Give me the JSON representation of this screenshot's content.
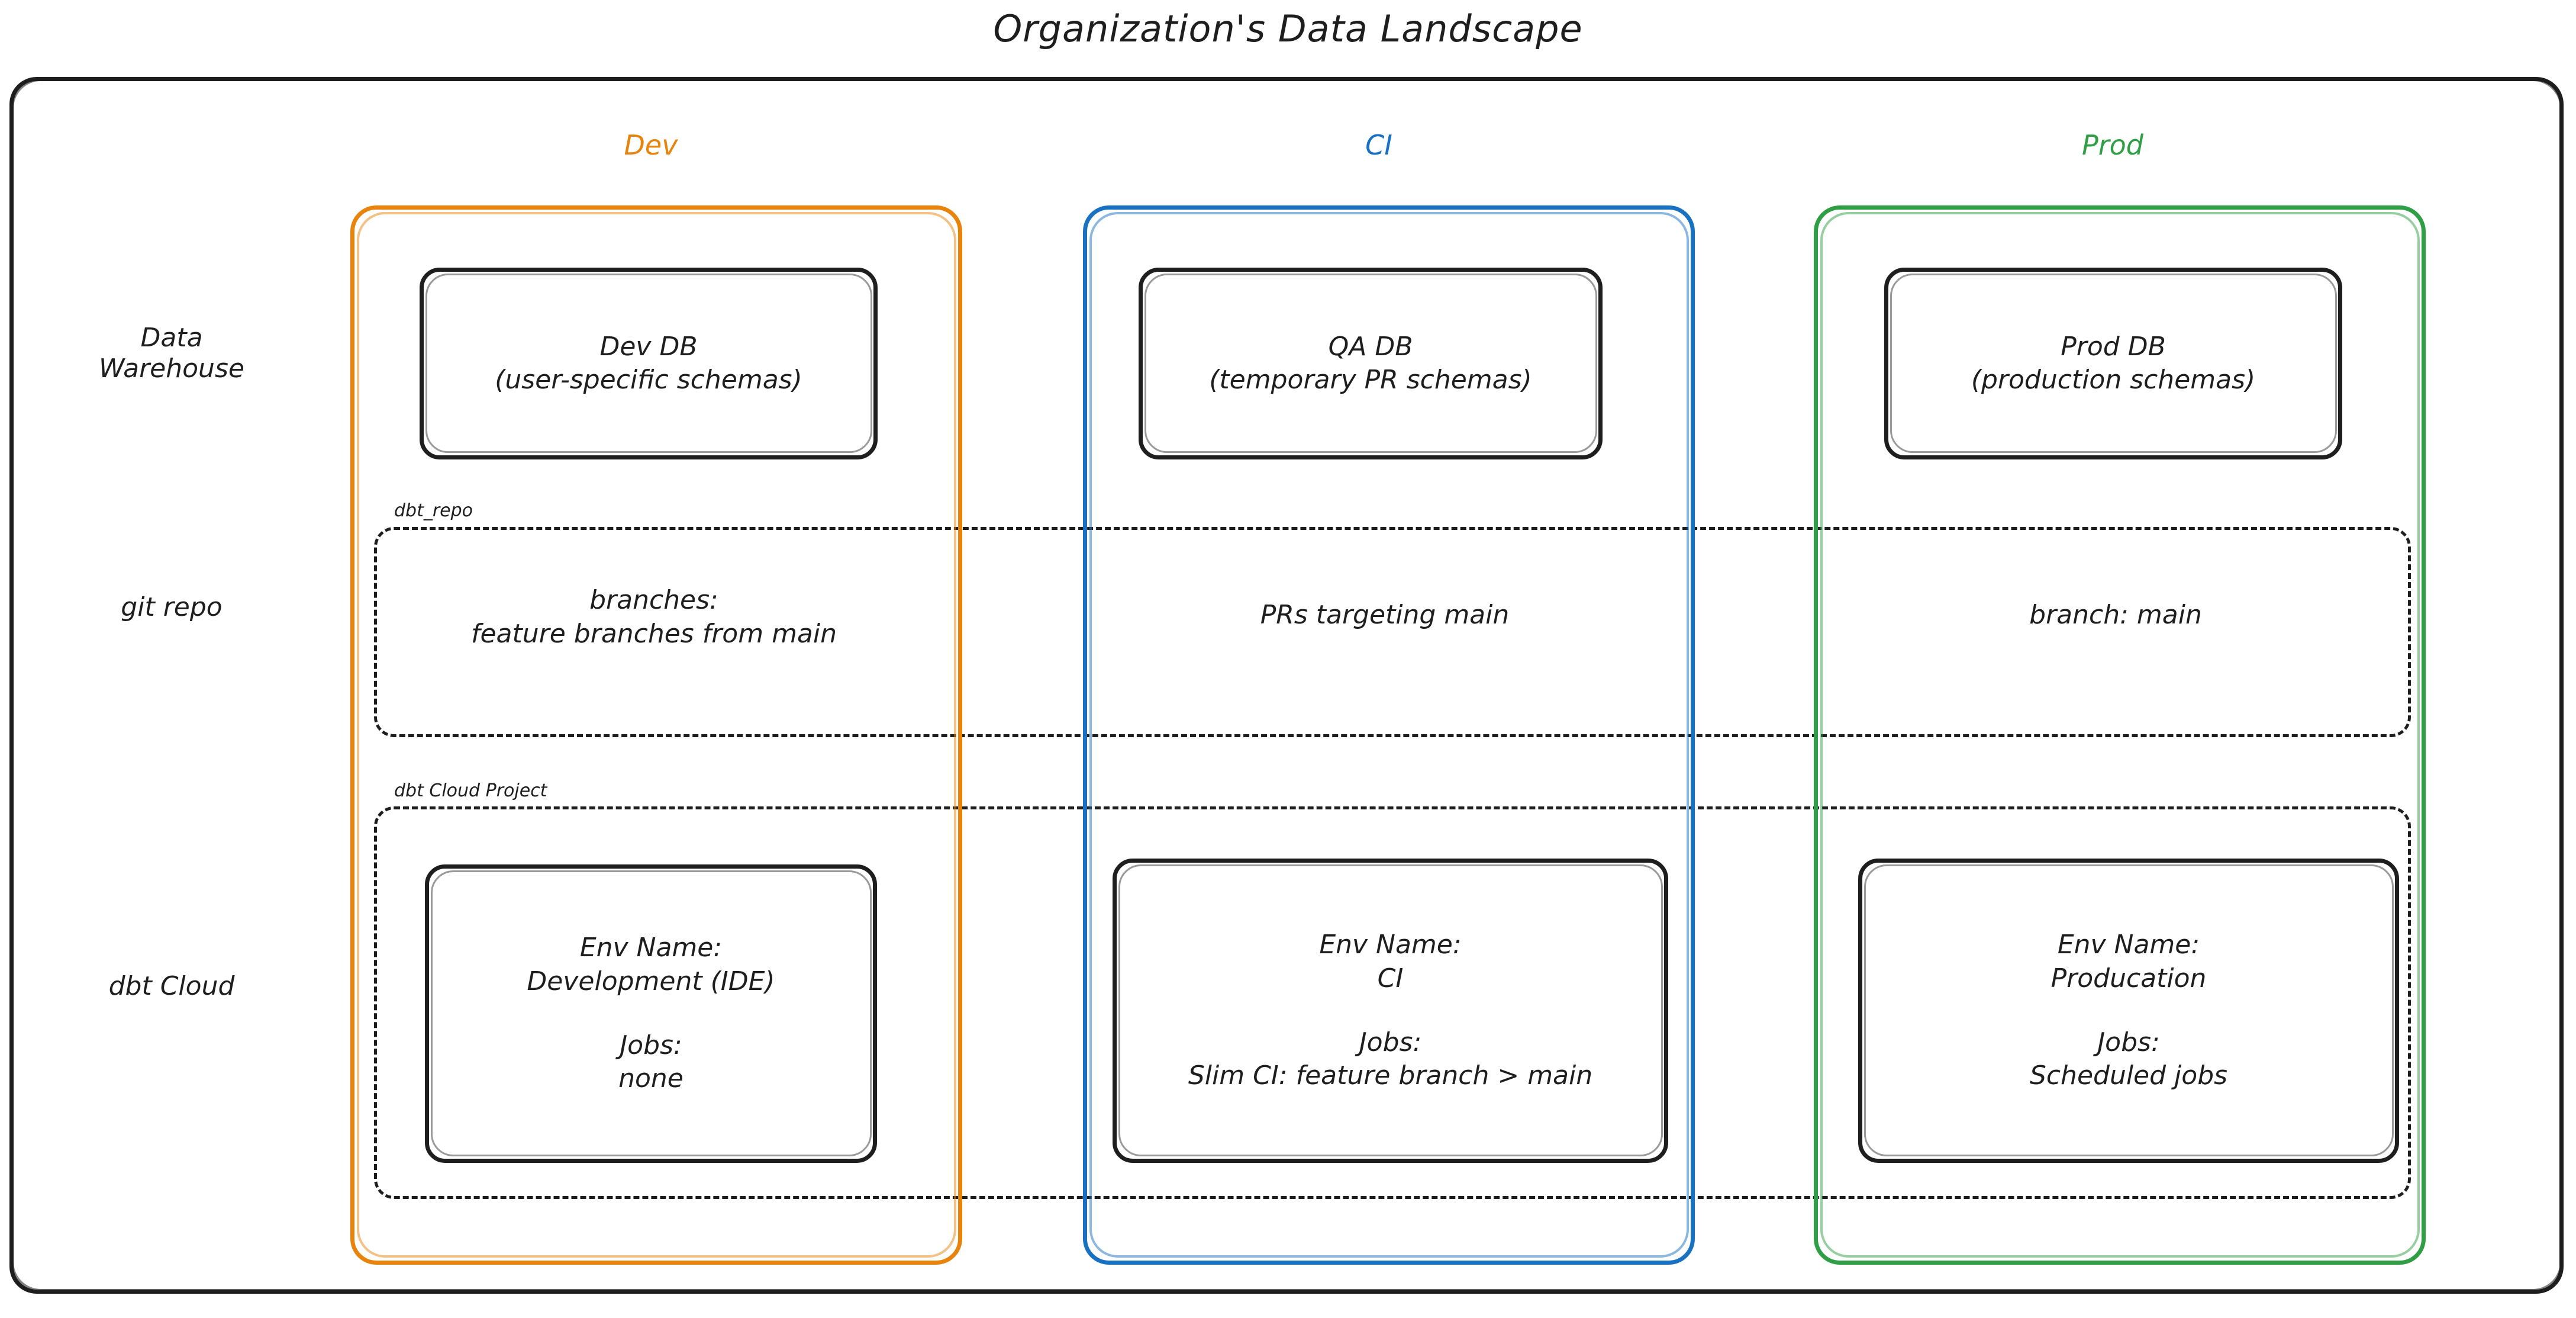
{
  "title": "Organization's Data Landscape",
  "columns": [
    {
      "key": "dev",
      "label": "Dev",
      "color": "#e8840c"
    },
    {
      "key": "ci",
      "label": "CI",
      "color": "#1971c2"
    },
    {
      "key": "prod",
      "label": "Prod",
      "color": "#2f9e44"
    }
  ],
  "rows": [
    {
      "key": "data_warehouse",
      "label_line1": "Data",
      "label_line2": "Warehouse"
    },
    {
      "key": "git_repo",
      "label_line1": "git repo",
      "label_line2": ""
    },
    {
      "key": "dbt_cloud",
      "label_line1": "dbt Cloud",
      "label_line2": ""
    }
  ],
  "groups": {
    "git_repo": {
      "label": "dbt_repo"
    },
    "dbt_cloud": {
      "label": "dbt Cloud Project"
    }
  },
  "data_warehouse": {
    "dev": {
      "title": "Dev DB",
      "subtitle": "(user-specific schemas)"
    },
    "ci": {
      "title": "QA DB",
      "subtitle": "(temporary PR schemas)"
    },
    "prod": {
      "title": "Prod DB",
      "subtitle": "(production schemas)"
    }
  },
  "git_repo": {
    "dev": {
      "line1": "branches:",
      "line2": "feature branches from main"
    },
    "ci": {
      "line1": "PRs targeting main",
      "line2": ""
    },
    "prod": {
      "line1": "branch: main",
      "line2": ""
    }
  },
  "dbt_cloud": {
    "dev": {
      "env_label": "Env Name:",
      "env_value": "Development (IDE)",
      "jobs_label": "Jobs:",
      "jobs_value": "none"
    },
    "ci": {
      "env_label": "Env Name:",
      "env_value": "CI",
      "jobs_label": "Jobs:",
      "jobs_value": "Slim CI: feature branch > main"
    },
    "prod": {
      "env_label": "Env Name:",
      "env_value": "Producation",
      "jobs_label": "Jobs:",
      "jobs_value": "Scheduled jobs"
    }
  },
  "colors": {
    "stroke": "#1e1e1e",
    "dev": "#e8840c",
    "ci": "#1971c2",
    "prod": "#2f9e44",
    "background": "#ffffff"
  }
}
